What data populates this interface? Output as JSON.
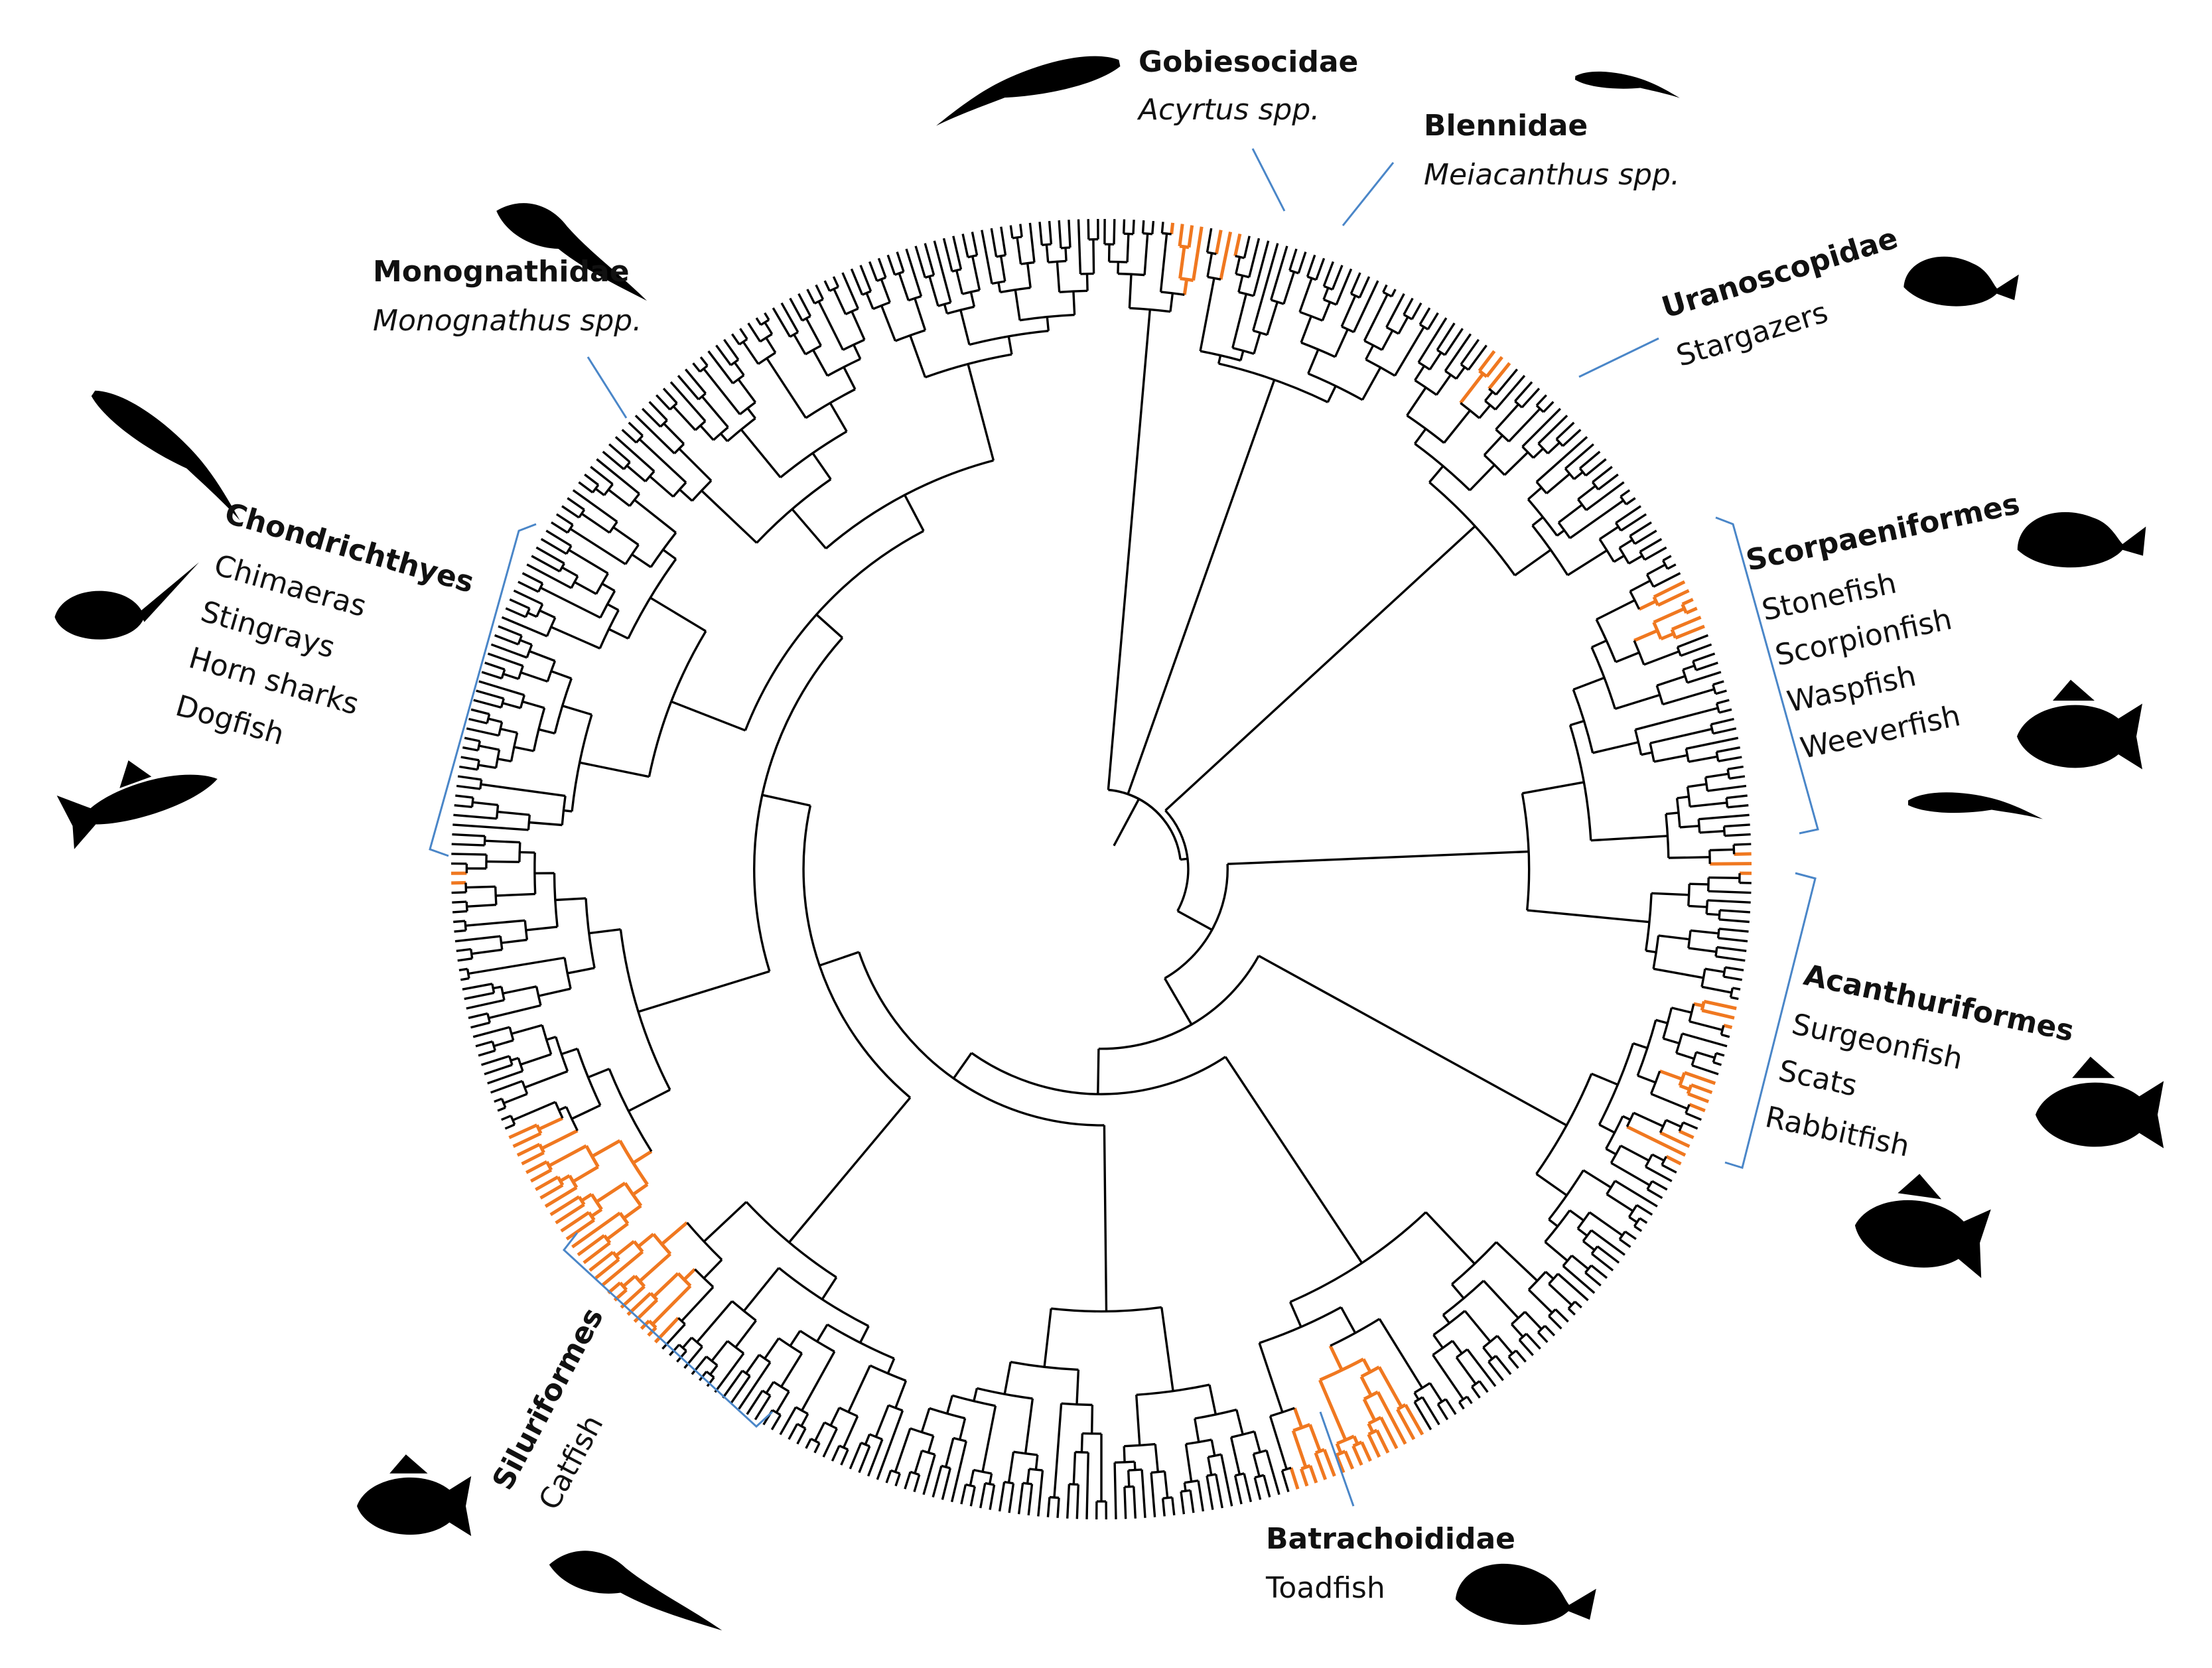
{
  "colors": {
    "branch": "#000000",
    "highlight": "#f07820",
    "pointer": "#4a86c8",
    "silhouette": "#000000",
    "background": "#ffffff"
  },
  "groups": [
    {
      "id": "gobiesocidae",
      "name": "Gobiesocidae",
      "subs": [
        "Acyrtus spp."
      ],
      "italic_subs": true,
      "silhouettes": [
        "clingfish-silhouette"
      ]
    },
    {
      "id": "blennidae",
      "name": "Blennidae",
      "subs": [
        "Meiacanthus spp."
      ],
      "italic_subs": true,
      "silhouettes": [
        "blenny-silhouette"
      ]
    },
    {
      "id": "uranoscopidae",
      "name": "Uranoscopidae",
      "subs": [
        "Stargazers"
      ],
      "italic_subs": false,
      "silhouettes": [
        "stargazer-silhouette"
      ]
    },
    {
      "id": "scorpaeniformes",
      "name": "Scorpaeniformes",
      "subs": [
        "Stonefish",
        "Scorpionfish",
        "Waspfish",
        "Weeverfish"
      ],
      "italic_subs": false,
      "silhouettes": [
        "stonefish-silhouette",
        "scorpionfish-silhouette",
        "weeverfish-silhouette"
      ]
    },
    {
      "id": "acanthuriformes",
      "name": "Acanthuriformes",
      "subs": [
        "Surgeonfish",
        "Scats",
        "Rabbitfish"
      ],
      "italic_subs": false,
      "silhouettes": [
        "scat-silhouette",
        "rabbitfish-silhouette"
      ]
    },
    {
      "id": "batrachoididae",
      "name": "Batrachoididae",
      "subs": [
        "Toadfish"
      ],
      "italic_subs": false,
      "silhouettes": [
        "toadfish-silhouette"
      ]
    },
    {
      "id": "siluriformes",
      "name": "Siluriformes",
      "subs": [
        "Catfish"
      ],
      "italic_subs": false,
      "silhouettes": [
        "corydoras-silhouette",
        "eel-catfish-silhouette"
      ]
    },
    {
      "id": "chondrichthyes",
      "name": "Chondrichthyes",
      "subs": [
        "Chimaeras",
        "Stingrays",
        "Horn sharks",
        "Dogfish"
      ],
      "italic_subs": false,
      "silhouettes": [
        "chimaera-silhouette",
        "stingray-silhouette",
        "horn-shark-silhouette"
      ]
    },
    {
      "id": "monognathidae",
      "name": "Monognathidae",
      "subs": [
        "Monognathus spp."
      ],
      "italic_subs": true,
      "silhouettes": [
        "monognathus-silhouette"
      ]
    }
  ]
}
